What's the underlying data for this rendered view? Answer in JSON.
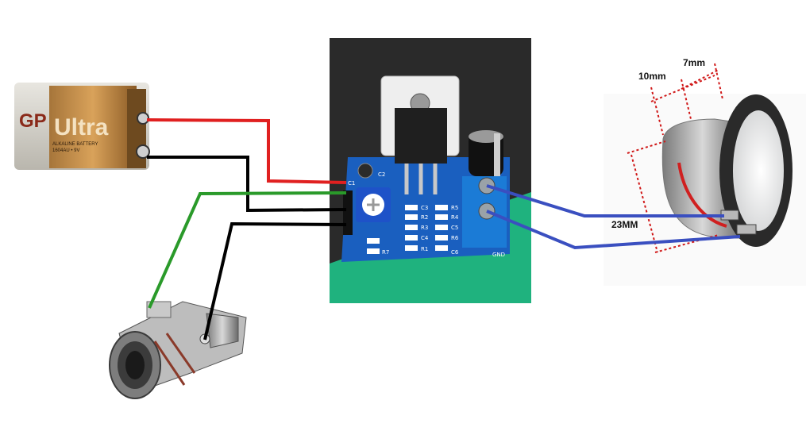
{
  "battery": {
    "brand": "GP",
    "model": "Ultra",
    "type_text": "ALKALINE BATTERY",
    "voltage_text": "1604AU • 9V"
  },
  "board": {
    "cap_labels": [
      "C2",
      "C1",
      "C3",
      "C4",
      "C5",
      "C6"
    ],
    "res_labels": [
      "R1",
      "R2",
      "R3",
      "R4",
      "R5",
      "R6",
      "R7"
    ],
    "gnd_label": "GND"
  },
  "speaker": {
    "dim_depth": "10mm",
    "dim_lip": "7mm",
    "dim_diameter": "23MM"
  },
  "colors": {
    "positive_wire": "#e02020",
    "ground_wire": "#000000",
    "signal_wire": "#2a9a2a",
    "speaker_wire": "#3a4fc0",
    "pcb": "#1a5fbf",
    "photo_bg": "#2a2a2a",
    "accent_green": "#1fb27e",
    "dimension_red": "#d01818"
  }
}
